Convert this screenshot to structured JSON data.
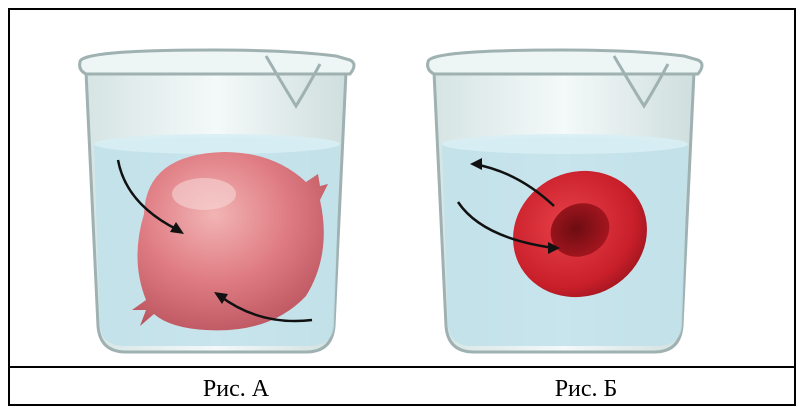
{
  "figures": [
    {
      "id": "A",
      "caption": "Рис. А",
      "cell_state": "swollen"
    },
    {
      "id": "B",
      "caption": "Рис. Б",
      "cell_state": "normal"
    }
  ],
  "colors": {
    "water": "#bfe0ea",
    "glass": "#e9f2f2",
    "swollen_cell": "#d96a73",
    "normal_cell": "#cc1f2a",
    "arrow": "#111111",
    "border": "#000000"
  }
}
